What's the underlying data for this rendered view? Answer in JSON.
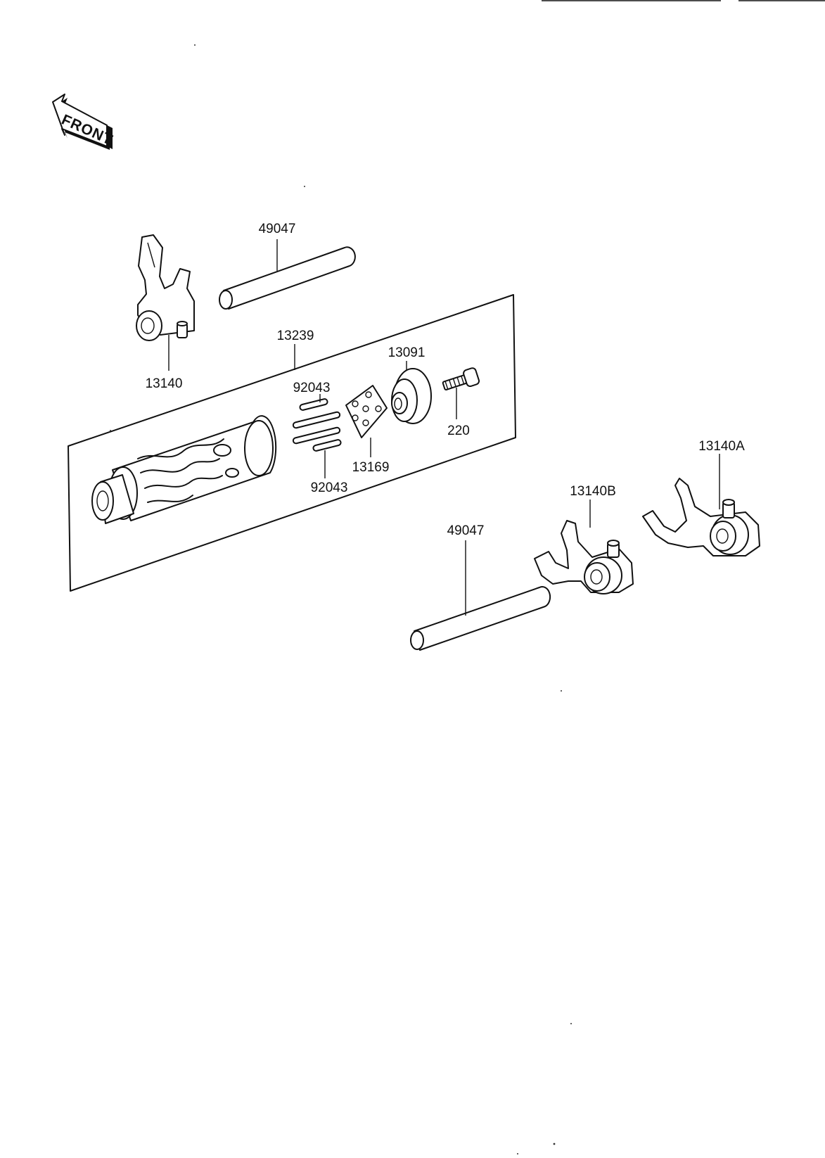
{
  "front_badge": {
    "text": "FRONT"
  },
  "labels": {
    "shaft_upper": "49047",
    "fork_left": "13140",
    "drum_assembly": "13239",
    "holder": "13091",
    "pins_upper": "92043",
    "pins_lower": "92043",
    "pin_plate": "13169",
    "bolt": "220",
    "fork_right_a": "13140A",
    "fork_right_b": "13140B",
    "shaft_lower": "49047"
  }
}
